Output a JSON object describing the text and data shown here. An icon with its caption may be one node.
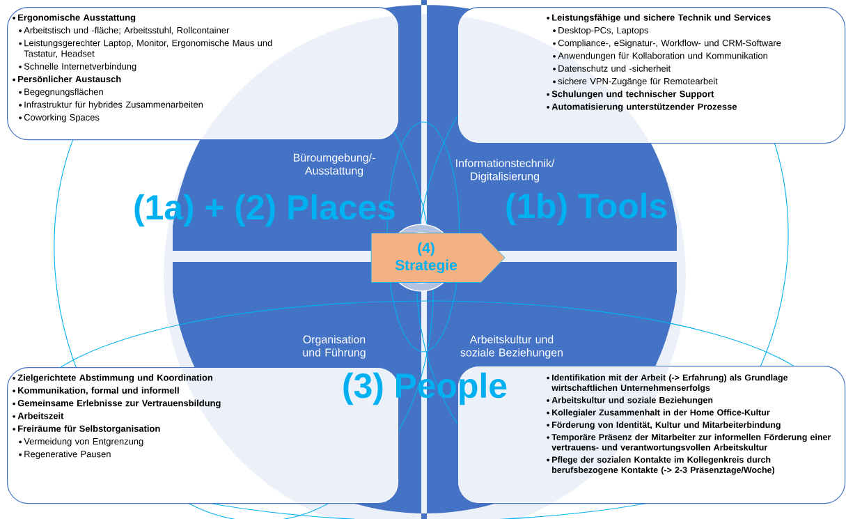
{
  "diagram": {
    "nodes": [
      {
        "text": [
          "Ergonomische Ausstattung",
          "Arbeitstisch und -fläche; Arbeitsstuhl, Rollcontainer",
          "Leistungsgerechter Laptop, Monitor, Ergonomische Maus und Tastatur, Headset",
          "Schnelle Internetverbindung",
          "Persönlicher Austausch",
          "Begegnungsflächen",
          "Infrastruktur für hybrides Zusammenarbeiten",
          "Coworking Spaces"
        ]
      },
      {
        "text": [
          "Leistungsfähige und sichere Technik und Services",
          "Desktop-PCs, Laptops",
          "Compliance-, eSignatur-, Workflow- und CRM-Software",
          "Anwendungen für Kollaboration und Kommunikation",
          "Datenschutz und -sicherheit",
          "sichere VPN-Zugänge für Remotearbeit",
          "Schulungen und technischer Support",
          "Automatisierung unterstützender Prozesse"
        ]
      },
      {
        "text": [
          "Zielgerichtete Abstimmung und Koordination",
          "Kommunikation, formal und informell",
          "Gemeinsame Erlebnisse zur Vertrauensbildung",
          "Arbeitszeit",
          "Freiräume für Selbstorganisation",
          "Vermeidung von Entgrenzung",
          "Regenerative Pausen"
        ]
      },
      {
        "text": [
          "Identifikation mit der Arbeit (-> Erfahrung) als Grundlage wirtschaftlichen Unternehmenserfolgs",
          "Arbeitskultur und soziale Beziehungen",
          "Kollegialer Zusammenhalt in der Home Office-Kultur",
          "Förderung von Identität, Kultur und Mitarbeiterbindung",
          "Temporäre Präsenz der Mitarbeiter zur informellen Förderung einer vertrauens- und verantwortungsvollen Arbeitskultur",
          "Pflege der sozialen Kontakte im Kollegenkreis durch berufsbezogene Kontakte (-> 2-3 Präsenztage/Woche)"
        ]
      },
      {
        "text": [
          "Büroumgebung/- Ausstattung"
        ]
      },
      {
        "text": [
          "Informationstechnik/ Digitalisierung"
        ]
      },
      {
        "text": [
          "Organisation und Führung"
        ]
      },
      {
        "text": [
          "Arbeitskultur und soziale Beziehungen"
        ]
      },
      {
        "text": [
          "(4) Strategie"
        ]
      }
    ],
    "labels": [
      "(1a) + (2) Places",
      "(1b) Tools",
      "(3) People"
    ]
  }
}
